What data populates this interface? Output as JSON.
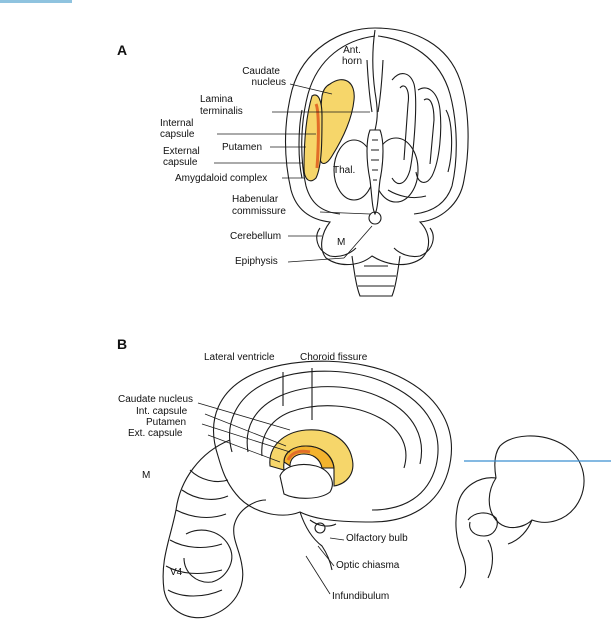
{
  "panel_a": {
    "letter": "A",
    "labels": {
      "ant_horn_1": "Ant.",
      "ant_horn_2": "horn",
      "caudate_1": "Caudate",
      "caudate_2": "nucleus",
      "lamina_1": "Lamina",
      "lamina_2": "terminalis",
      "internal_1": "Internal",
      "internal_2": "capsule",
      "external_1": "External",
      "external_2": "capsule",
      "putamen": "Putamen",
      "amygdaloid": "Amygdaloid complex",
      "thal": "Thal.",
      "habenular_1": "Habenular",
      "habenular_2": "commissure",
      "cerebellum": "Cerebellum",
      "m": "M",
      "epiphysis": "Epiphysis"
    }
  },
  "panel_b": {
    "letter": "B",
    "labels": {
      "lateral_ventricle": "Lateral ventricle",
      "choroid_fissure": "Choroid fissure",
      "caudate_nucleus": "Caudate nucleus",
      "int_capsule": "Int. capsule",
      "putamen": "Putamen",
      "ext_capsule": "Ext. capsule",
      "m": "M",
      "v4": "V4",
      "olfactory_bulb": "Olfactory bulb",
      "optic_chiasma": "Optic chiasma",
      "infundibulum": "Infundibulum"
    }
  },
  "colors": {
    "caudate_fill": "#f6d66a",
    "putamen_fill": "#f3b32e",
    "internal_capsule_fill": "#e26d28",
    "line": "#1b1b1b",
    "section_line": "#3b8fd1",
    "top_bar": "#8fc3df"
  }
}
